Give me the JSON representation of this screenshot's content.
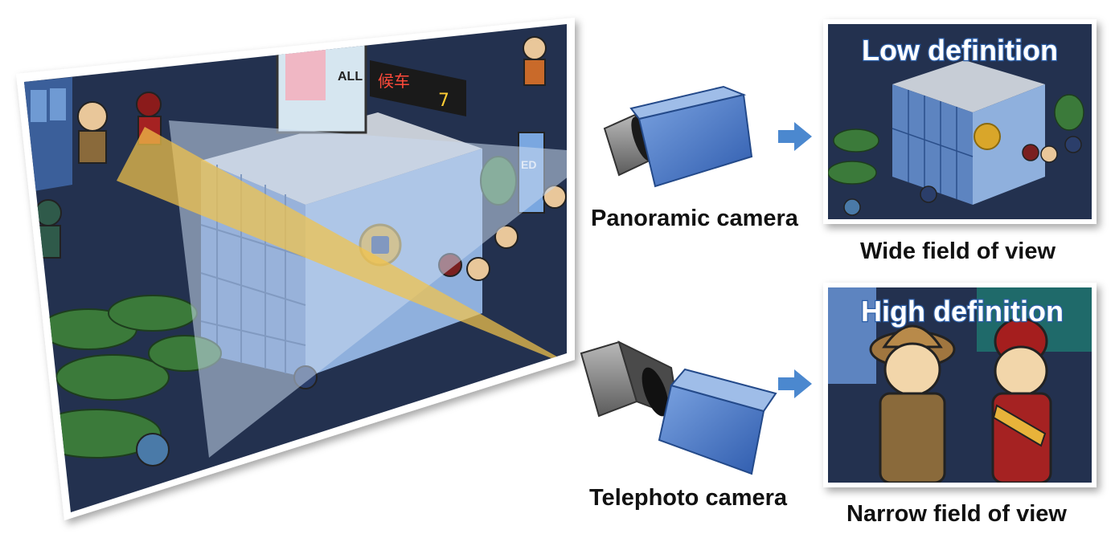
{
  "cameras": {
    "panoramic": {
      "label": "Panoramic camera"
    },
    "telephoto": {
      "label": "Telephoto camera"
    }
  },
  "views": {
    "panoramic": {
      "title": "Low definition",
      "caption": "Wide field of view"
    },
    "telephoto": {
      "title": "High definition",
      "caption": "Narrow field of view"
    }
  },
  "scene": {
    "sign_text": "候车",
    "sign_number": "7",
    "billboard_text": "ALL",
    "kiosk_text": "ED"
  },
  "colors": {
    "scene_bg": "#23314f",
    "wide_fov": "#c9d8ef",
    "narrow_fov": "#f2c34a",
    "camera_body": "#3f72c4",
    "camera_lens": "#7f7f7f",
    "arrow": "#4b88cf",
    "title_outline": "#2a5ea8"
  },
  "icons": {
    "arrow": "arrow-right-icon",
    "camera": "camera-icon"
  }
}
